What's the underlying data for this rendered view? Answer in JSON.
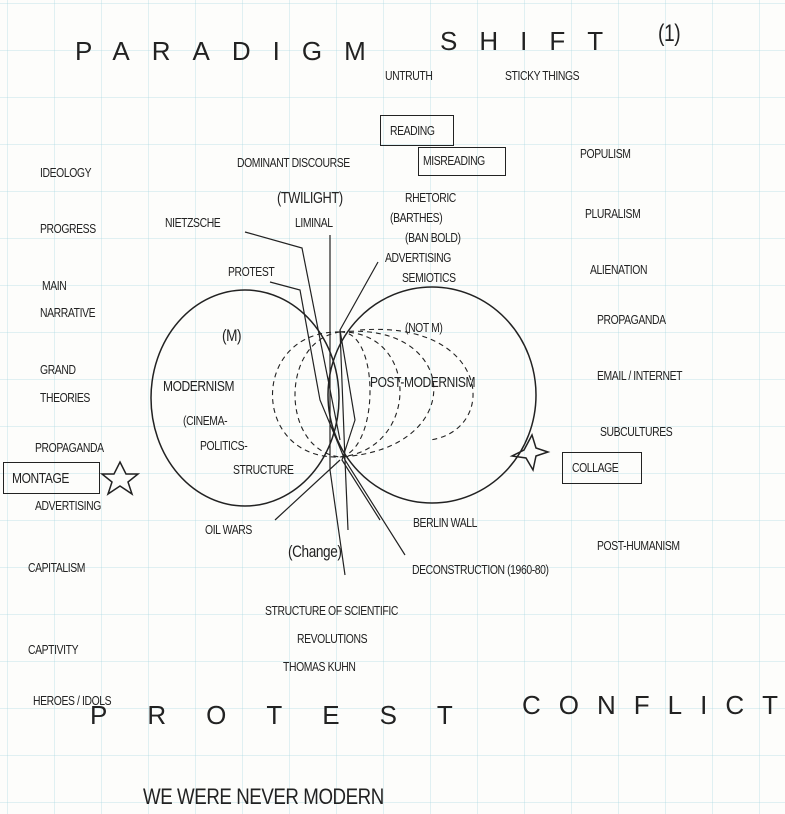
{
  "title": {
    "word1": "PARADIGM",
    "word2": "SHIFT",
    "number": "(1)"
  },
  "top": {
    "untruth": "UNTRUTH",
    "sticky": "STICKY THINGS",
    "reading": "READING",
    "misreading": "MISREADING",
    "dominant": "DOMINANT DISCOURSE"
  },
  "left": {
    "ideology": "IDEOLOGY",
    "progress": "PROGRESS",
    "main": "MAIN",
    "narrative": "NARRATIVE",
    "grand": "GRAND",
    "theories": "THEORIES",
    "propaganda": "PROPAGANDA",
    "montage": "MONTAGE",
    "advertising": "ADVERTISING",
    "capitalism": "CAPITALISM",
    "captivity": "CAPTIVITY",
    "heroes": "HEROES / IDOLS"
  },
  "right": {
    "populism": "POPULISM",
    "pluralism": "PLURALISM",
    "alienation": "ALIENATION",
    "propaganda": "PROPAGANDA",
    "email": "EMAIL / INTERNET",
    "subcultures": "SUBCULTURES",
    "collage": "COLLAGE",
    "posthumanism": "POST-HUMANISM"
  },
  "center": {
    "twilight": "(TWILIGHT)",
    "liminal": "LIMINAL",
    "rhetoric": "RHETORIC",
    "barthes": "(BARTHES)",
    "banbold": "(BAN BOLD)",
    "nietzsche": "NIETZSCHE",
    "protest": "PROTEST",
    "advertising": "ADVERTISING",
    "semiotics": "SEMIOTICS",
    "m": "(M)",
    "notm": "(NOT M)",
    "modernism": "MODERNISM",
    "postmodernism": "POST-MODERNISM",
    "cinema": "(CINEMA-",
    "politics": "POLITICS-",
    "structure": "STRUCTURE",
    "oilwars": "OIL WARS",
    "berlin": "BERLIN WALL",
    "change": "(Change)",
    "deconstruction": "DECONSTRUCTION (1960-80)"
  },
  "bottom": {
    "kuhn1": "STRUCTURE OF SCIENTIFIC",
    "kuhn2": "REVOLUTIONS",
    "kuhn3": "THOMAS KUHN",
    "protest": "PROTEST",
    "conflict": "CONFLICT",
    "modern": "WE WERE NEVER MODERN"
  }
}
